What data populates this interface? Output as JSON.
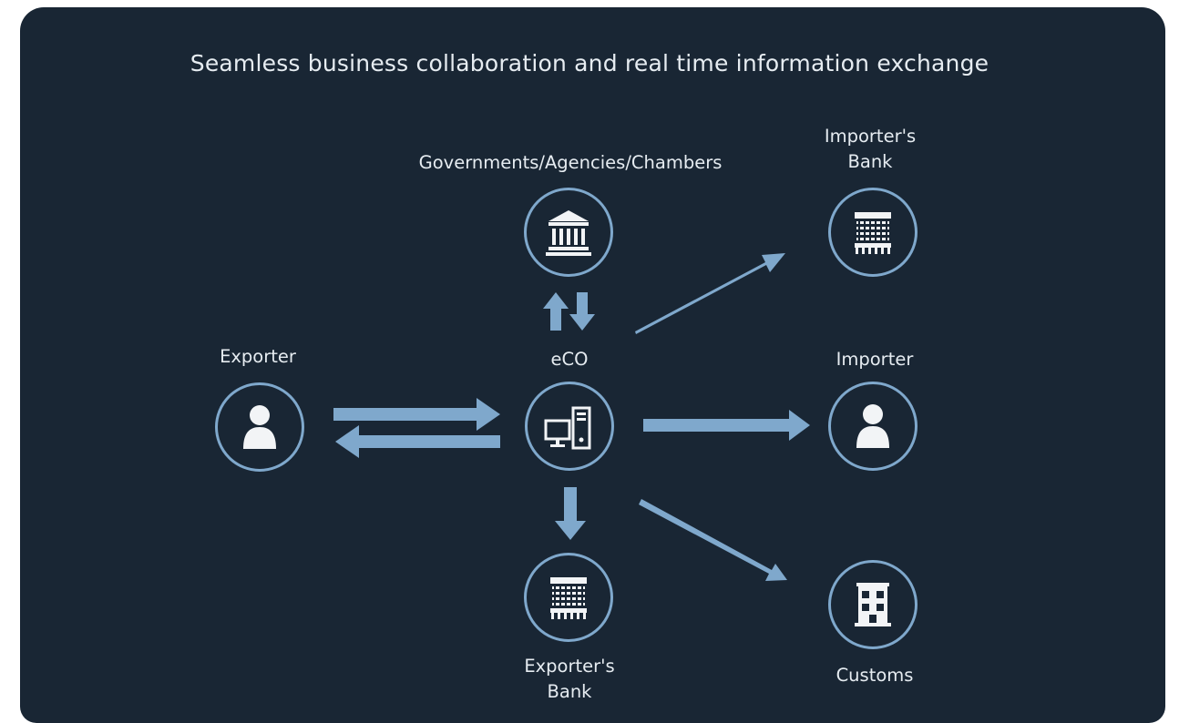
{
  "title": "Seamless business collaboration and real time information exchange",
  "colors": {
    "background": "#192634",
    "arrow": "#7fa8cc",
    "ring": "#7fa8cc",
    "text": "#e6ecf1",
    "icon": "#f2f4f6"
  },
  "nodes": {
    "exporter": {
      "label": "Exporter",
      "icon": "person-icon"
    },
    "eco": {
      "label": "eCO",
      "icon": "computer-icon"
    },
    "governments": {
      "label": "Governments/Agencies/Chambers",
      "icon": "government-building-icon"
    },
    "importers_bank": {
      "label_line1": "Importer's",
      "label_line2": "Bank",
      "icon": "bank-building-icon"
    },
    "importer": {
      "label": "Importer",
      "icon": "person-icon"
    },
    "exporters_bank": {
      "label_line1": "Exporter's",
      "label_line2": "Bank",
      "icon": "bank-building-icon"
    },
    "customs": {
      "label": "Customs",
      "icon": "customs-building-icon"
    }
  },
  "connections": [
    {
      "from": "Exporter",
      "to": "eCO"
    },
    {
      "from": "eCO",
      "to": "Exporter"
    },
    {
      "from": "eCO",
      "to": "Governments/Agencies/Chambers"
    },
    {
      "from": "Governments/Agencies/Chambers",
      "to": "eCO"
    },
    {
      "from": "eCO",
      "to": "Importer's Bank"
    },
    {
      "from": "eCO",
      "to": "Importer"
    },
    {
      "from": "eCO",
      "to": "Customs"
    },
    {
      "from": "eCO",
      "to": "Exporter's Bank"
    }
  ]
}
